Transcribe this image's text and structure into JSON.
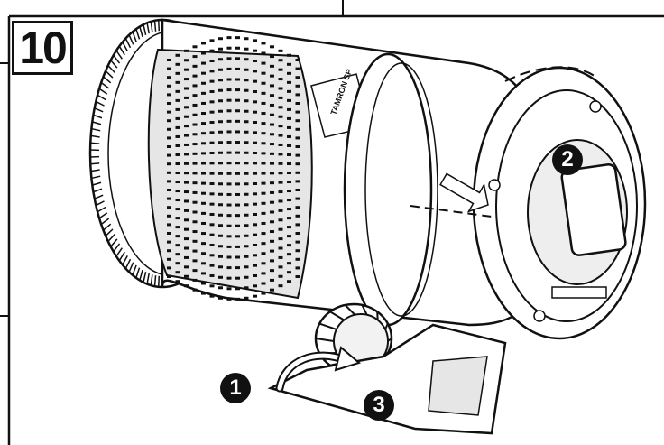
{
  "figure": {
    "step_number": "10",
    "callouts": [
      "1",
      "2",
      "3"
    ],
    "lens_engraving": "TAMRON SP"
  },
  "colors": {
    "ink": "#111111",
    "paper": "#ffffff",
    "shade": "#d9d9d9"
  }
}
